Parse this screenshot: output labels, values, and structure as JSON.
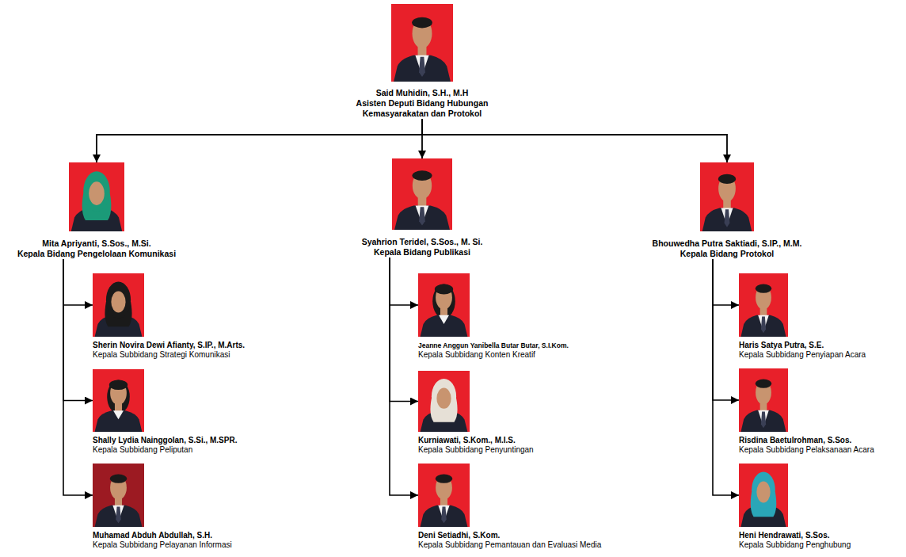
{
  "diagram": {
    "nodes": [
      {
        "text": [
          "Said Muhidin, S.H., M.H",
          "Asisten Deputi Bidang Hubungan Kemasyarakatan dan Protokol"
        ]
      },
      {
        "text": [
          "Mita Apriyanti, S.Sos., M.Si.",
          "Kepala Bidang Pengelolaan Komunikasi"
        ]
      },
      {
        "text": [
          "Syahrion Teridel, S.Sos., M. Si.",
          "Kepala Bidang Publikasi"
        ]
      },
      {
        "text": [
          "Bhouwedha Putra Saktiadi, S.IP., M.M.",
          "Kepala Bidang Protokol"
        ]
      },
      {
        "text": [
          "Sherin Novira Dewi Afianty, S.IP., M.Arts.",
          "Kepala Subbidang Strategi Komunikasi"
        ]
      },
      {
        "text": [
          "Jeanne Anggun Yanibella Butar Butar, S.I.Kom.",
          "Kepala Subbidang Konten Kreatif"
        ]
      },
      {
        "text": [
          "Haris Satya Putra, S.E.",
          "Kepala Subbidang Penyiapan Acara"
        ]
      },
      {
        "text": [
          "Shally Lydia Nainggolan, S.Si., M.SPR.",
          "Kepala Subbidang Peliputan"
        ]
      },
      {
        "text": [
          "Kurniawati, S.Kom., M.I.S.",
          "Kepala Subbidang Penyuntingan"
        ]
      },
      {
        "text": [
          "Risdina Baetulrohman, S.Sos.",
          "Kepala Subbidang Pelaksanaan Acara"
        ]
      },
      {
        "text": [
          "Muhamad Abduh Abdullah, S.H.",
          "Kepala Subbidang Pelayanan Informasi"
        ]
      },
      {
        "text": [
          "Deni Setiadhi, S.Kom.",
          "Kepala Subbidang Pemantauan dan Evaluasi Media"
        ]
      },
      {
        "text": [
          "Heni Hendrawati, S.Sos.",
          "Kepala Subbidang Penghubung"
        ]
      }
    ],
    "edges": [
      {
        "from": 0,
        "to": 1,
        "arrow": "to"
      },
      {
        "from": 0,
        "to": 2,
        "arrow": "to"
      },
      {
        "from": 0,
        "to": 3,
        "arrow": "to"
      },
      {
        "from": 1,
        "to": 4,
        "arrow": "to"
      },
      {
        "from": 1,
        "to": 7,
        "arrow": "to"
      },
      {
        "from": 1,
        "to": 10,
        "arrow": "to"
      },
      {
        "from": 2,
        "to": 5,
        "arrow": "to"
      },
      {
        "from": 2,
        "to": 8,
        "arrow": "to"
      },
      {
        "from": 2,
        "to": 11,
        "arrow": "to"
      },
      {
        "from": 3,
        "to": 6,
        "arrow": "to"
      },
      {
        "from": 3,
        "to": 9,
        "arrow": "to"
      },
      {
        "from": 3,
        "to": 12,
        "arrow": "to"
      }
    ]
  }
}
